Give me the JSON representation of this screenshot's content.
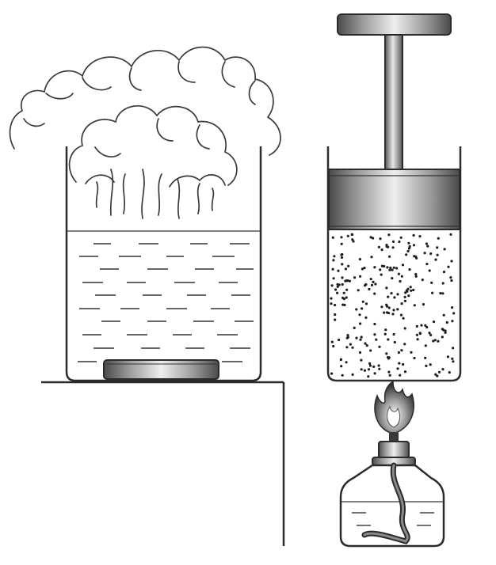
{
  "figure": {
    "panels": [
      {
        "id": "left",
        "contents": [
          "beaker",
          "water",
          "steam",
          "heating-plate",
          "table"
        ]
      },
      {
        "id": "right",
        "contents": [
          "cylinder",
          "piston",
          "gas-particles",
          "alcohol-lamp",
          "flame"
        ]
      }
    ]
  },
  "colors": {
    "outline": "#2b2b2b",
    "metal_dark": "#5a5a5a",
    "metal_light": "#e6e6e6",
    "background": "#ffffff"
  }
}
